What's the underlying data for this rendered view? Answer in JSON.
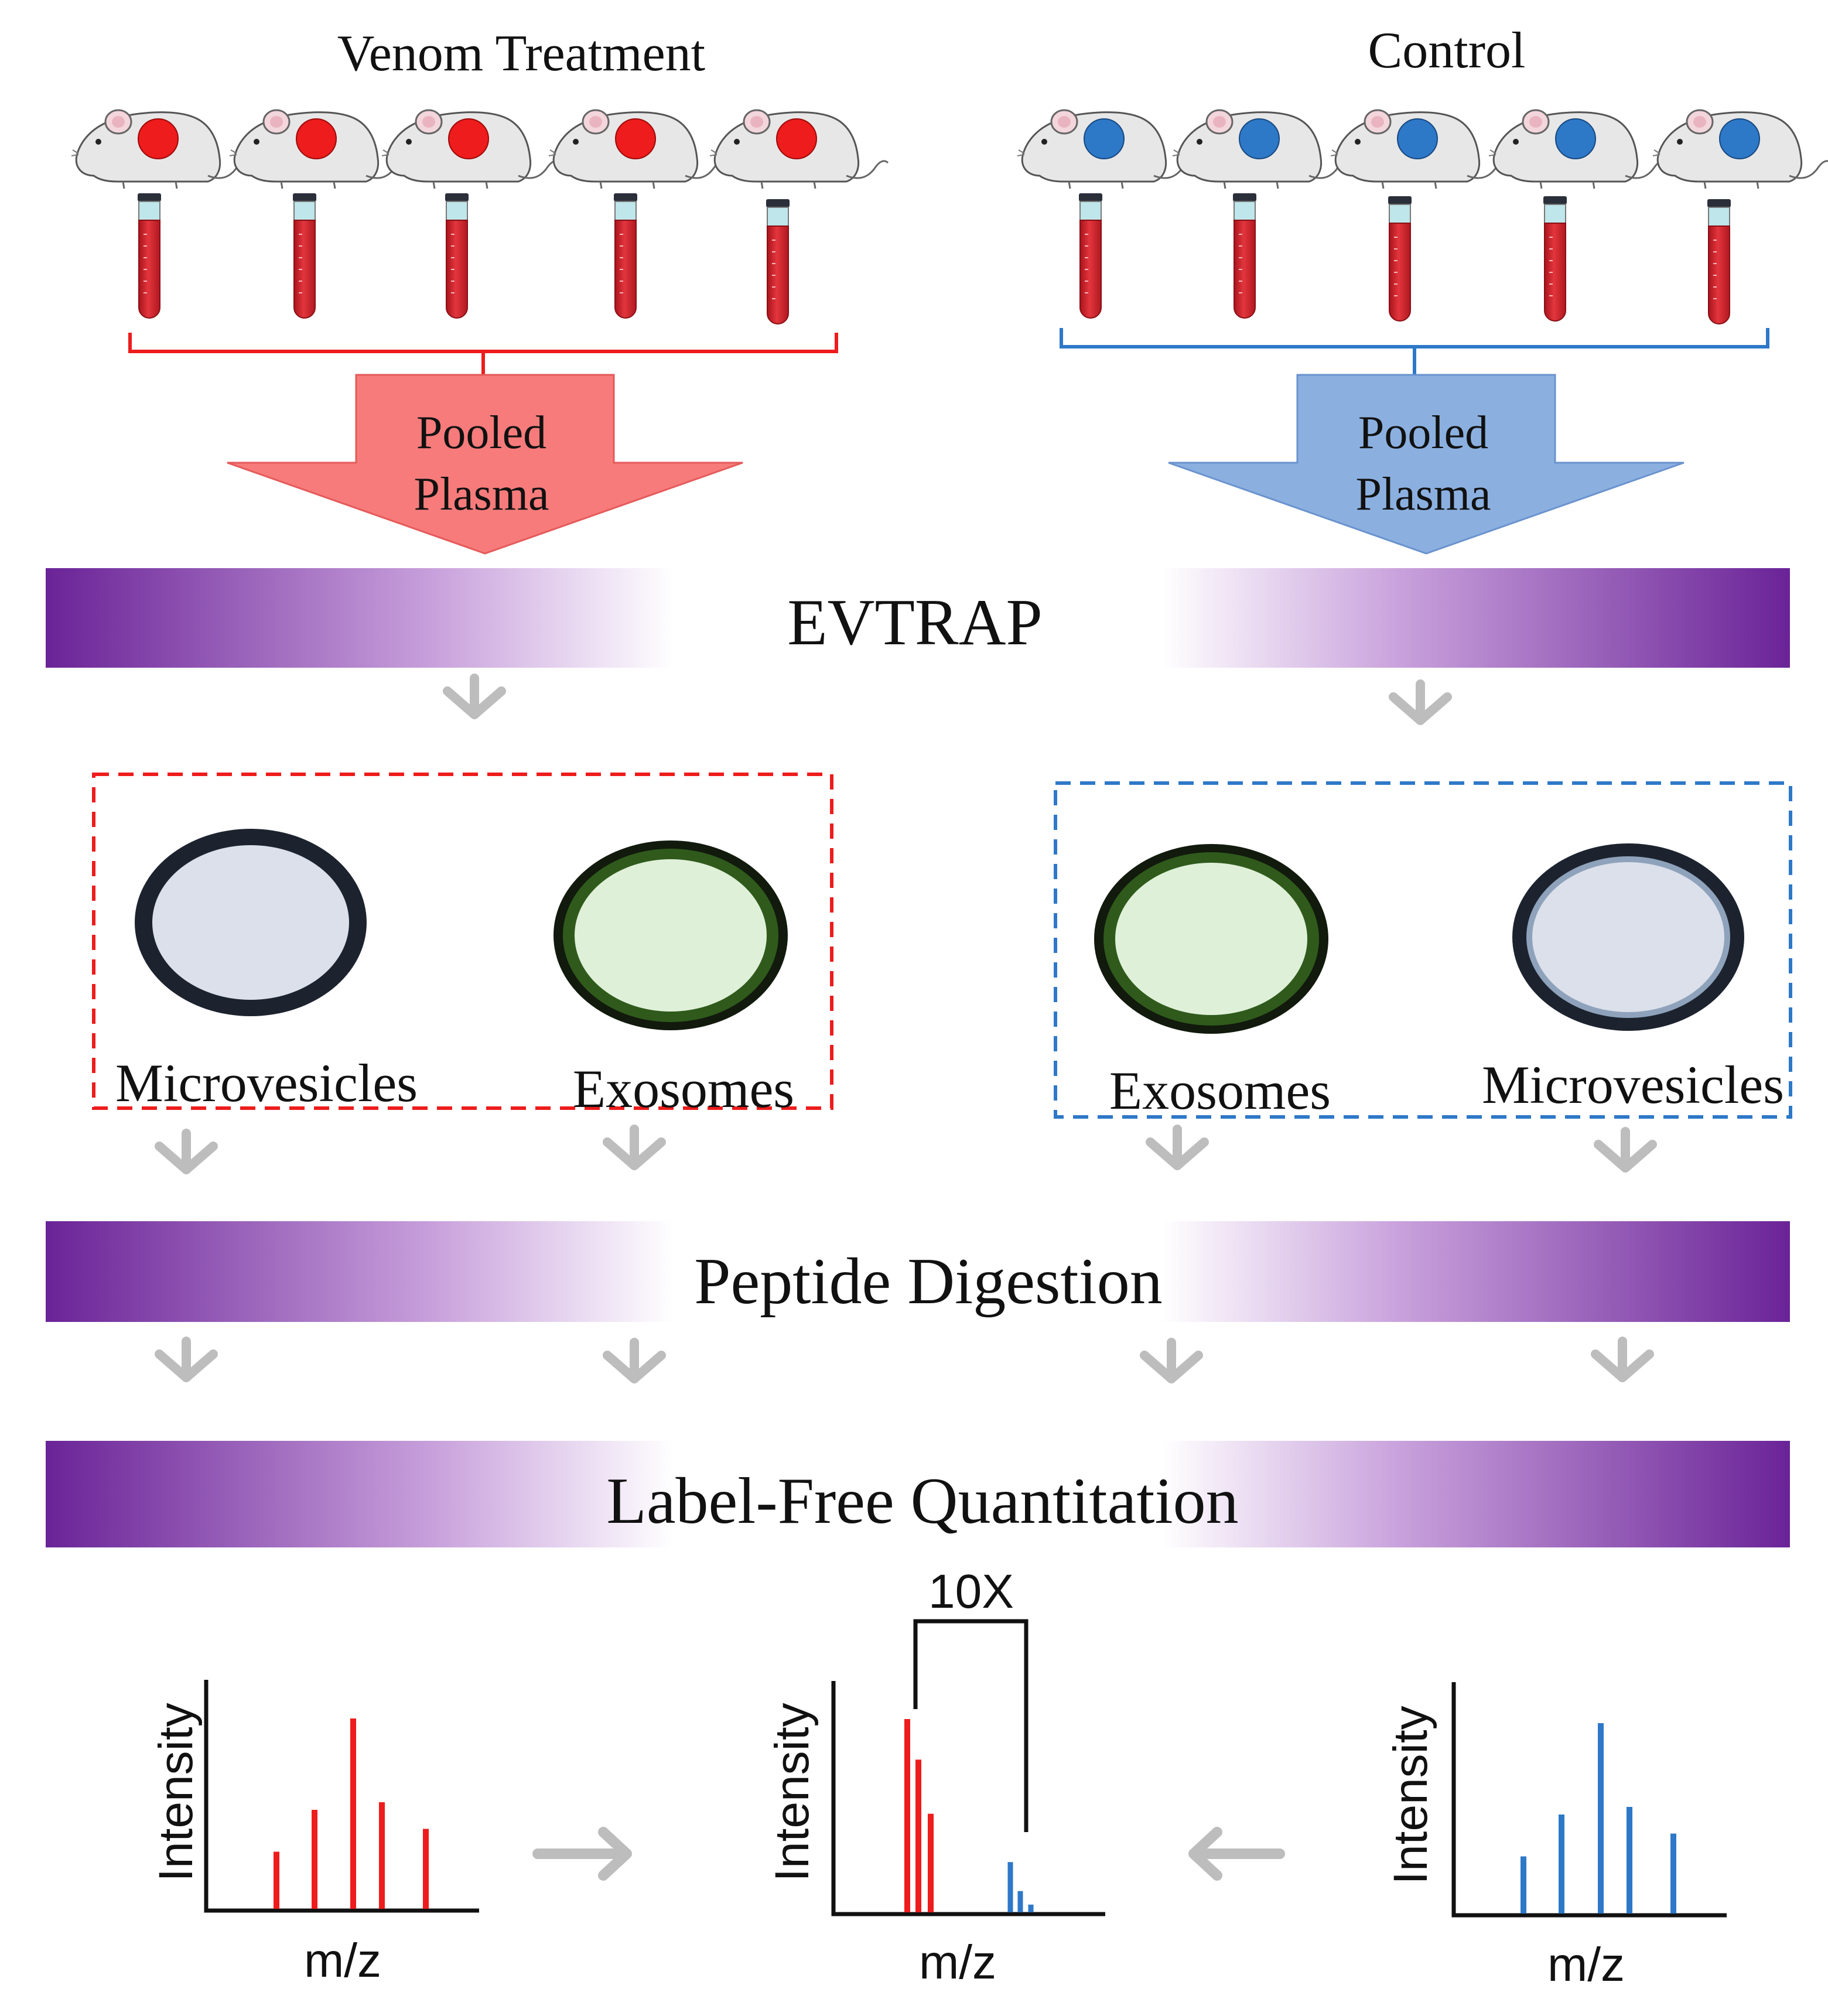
{
  "groups": {
    "venom": {
      "title": "Venom Treatment",
      "pooled_line1": "Pooled",
      "pooled_line2": "Plasma",
      "color": "#ee1c1c",
      "arrow_fill": "#f77b7b"
    },
    "control": {
      "title": "Control",
      "pooled_line1": "Pooled",
      "pooled_line2": "Plasma",
      "color": "#2e78c8",
      "arrow_fill": "#8bb0e0"
    }
  },
  "steps": {
    "evtrap": "EVTRAP",
    "digestion": "Peptide Digestion",
    "quant": "Label-Free Quantitation"
  },
  "vesicles": {
    "venom_left": "Microvesicles",
    "venom_right": "Exosomes",
    "control_left": "Exosomes",
    "control_right": "Microvesicles"
  },
  "spectra": {
    "ylabel": "Intensity",
    "xlabel": "m/z",
    "fold_label": "10X",
    "left_peaks": [
      0.3,
      0.52,
      1.0,
      0.56,
      0.42
    ],
    "right_peaks": [
      0.3,
      0.52,
      1.0,
      0.56,
      0.42
    ],
    "middle_red_peaks": [
      1.0,
      0.79,
      0.51
    ],
    "middle_blue_peaks": [
      0.26,
      0.11,
      0.04
    ]
  },
  "colors": {
    "band_dark": "#6a2397",
    "arrow_gray": "#bdbdbd",
    "mouse_fill": "#e8e8e8",
    "tube_blood": "#d0202a",
    "ev_dark_fill": "#dbe0ea",
    "ev_green_fill": "#dff0d8",
    "ev_green_ring": "#2f5a1c"
  },
  "icons": {
    "mouse": "mouse-icon",
    "tube": "blood-tube-icon",
    "vesicle": "vesicle-icon",
    "arrow": "down-arrow-icon"
  }
}
